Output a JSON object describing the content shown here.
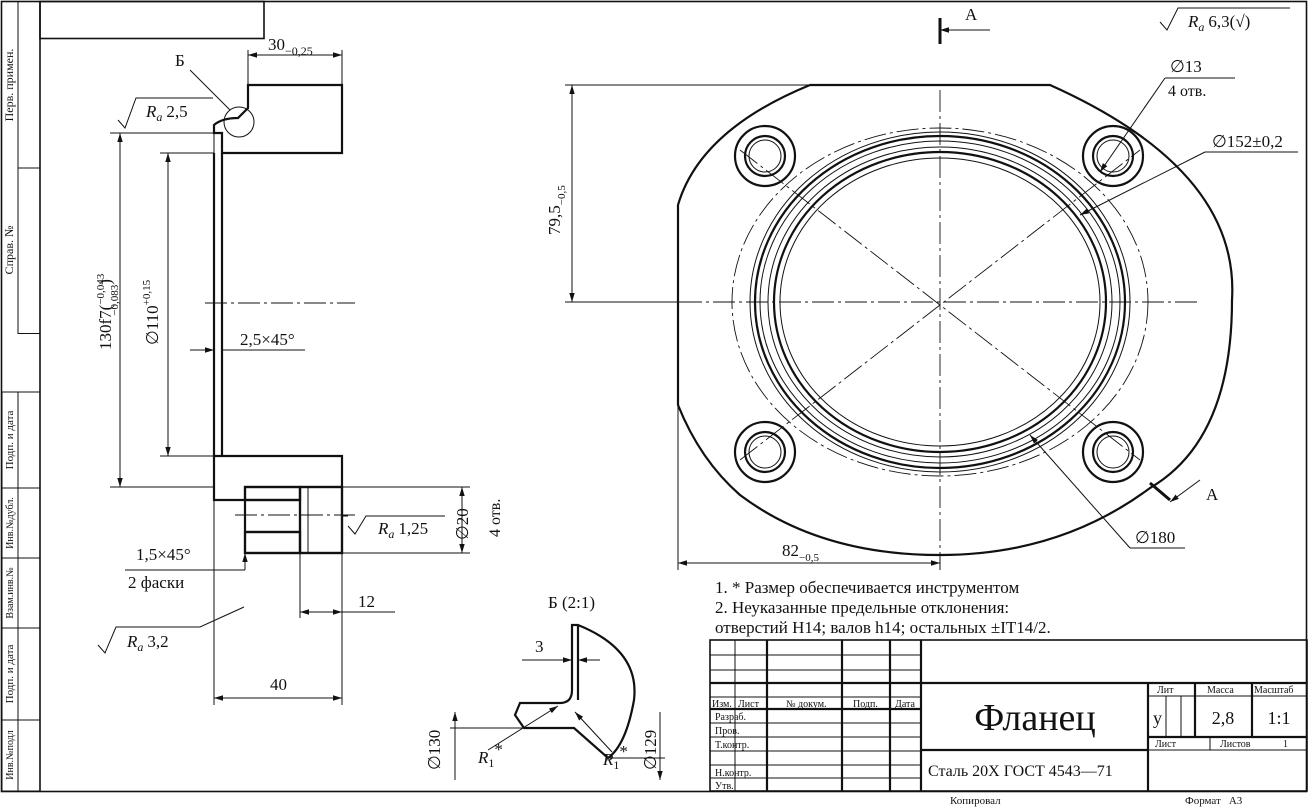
{
  "side_stamp": {
    "perv_primen": "Перв. примен.",
    "sprav_no": "Справ. №",
    "podp_data_1": "Подп. и дата",
    "inv_dubl": "Инв.№дубл.",
    "vzam_inv": "Взам.инв.№",
    "podp_data_2": "Подп. и дата",
    "inv_podl": "Инв.№подл"
  },
  "section_view": {
    "detail_letter": "Б",
    "dim_width_base": "30",
    "dim_width_tol": "−0,25",
    "ra_top_sym": "R",
    "ra_top_sub": "a",
    "ra_top_val": "2,5",
    "dim_130_base": "130f7(",
    "dim_130_up": "−0,043",
    "dim_130_low": "−0,083",
    "dim_130_close": ")",
    "dim_110_base": "∅110",
    "dim_110_tol": "+0,15",
    "chamfer_inner": "2,5×45°",
    "dim_hole_dia": "∅20",
    "hole_count": "4 отв.",
    "ra_hole_sym": "R",
    "ra_hole_sub": "a",
    "ra_hole_val": "1,25",
    "chamfer_outer": "1,5×45°",
    "chamfer_count": "2 фаски",
    "dim_12": "12",
    "ra_outer_sym": "R",
    "ra_outer_sub": "a",
    "ra_outer_val": "3,2",
    "dim_40": "40"
  },
  "front_view": {
    "section_mark_top": "А",
    "section_mark_bottom": "А",
    "ra_general_sym": "R",
    "ra_general_sub": "a",
    "ra_general_val": "6,3(",
    "ra_general_check": "√",
    "ra_general_close": ")",
    "dim_hole_13": "∅13",
    "dim_hole_13_count": "4 отв.",
    "dim_152": "∅152±0,2",
    "dim_795_base": "79,5",
    "dim_795_tol": "−0,5",
    "dim_82_base": "82",
    "dim_82_tol": "−0,5",
    "dim_180": "∅180"
  },
  "notes": [
    "1. * Размер обеспечивается инструментом",
    "2. Неуказанные предельные отклонения:",
    "отверстий H14; валов h14; остальных ±IT14/2."
  ],
  "detail_view": {
    "title": "Б (2:1)",
    "dim_3": "3",
    "dim_130": "∅130",
    "dim_129": "∅129",
    "radius_left": "R",
    "radius_left_sub": "1",
    "radius_left_star": "*",
    "radius_right": "R",
    "radius_right_sub": "1",
    "radius_right_star": "*"
  },
  "title_block": {
    "part_name": "Фланец",
    "material": "Сталь 20Х ГОСТ 4543—71",
    "col_izm": "Изм.",
    "col_list": "Лист",
    "col_doc": "№ докум.",
    "col_podp": "Подп.",
    "col_data": "Дата",
    "row_razrab": "Разраб.",
    "row_prov": "Пров.",
    "row_tkontr": "Т.контр.",
    "row_nkontr": "Н.контр.",
    "row_utv": "Утв.",
    "hdr_lit": "Лит",
    "hdr_massa": "Масса",
    "hdr_masshtab": "Масштаб",
    "lit_value": "у",
    "massa_value": "2,8",
    "masshtab_value": "1:1",
    "sheet_label": "Лист",
    "sheets_label": "Листов",
    "sheets_value": "1",
    "kopiroval": "Копировал",
    "format_label": "Формат",
    "format_value": "А3"
  }
}
